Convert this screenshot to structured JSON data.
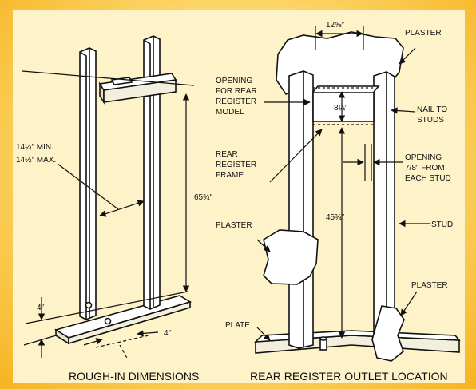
{
  "captions": {
    "left": "ROUGH-IN DIMENSIONS",
    "right": "REAR REGISTER OUTLET LOCATION"
  },
  "left_diagram": {
    "stud_spacing": [
      "14¼″ MIN.",
      "14½″ MAX."
    ],
    "height_dim": "65¾″",
    "base_height": "4″",
    "offset_dim": "4″"
  },
  "right_diagram": {
    "top_width": "12⅝″",
    "opening_height": "8¼″",
    "frame_height": "45¾″",
    "labels": {
      "plaster_top": "PLASTER",
      "opening": [
        "OPENING",
        "FOR REAR",
        "REGISTER",
        "MODEL"
      ],
      "nail": [
        "NAIL TO",
        "STUDS"
      ],
      "frame": [
        "REAR",
        "REGISTER",
        "FRAME"
      ],
      "gap": [
        "OPENING",
        "7/8″ FROM",
        "EACH STUD"
      ],
      "plaster_left": "PLASTER",
      "stud": "STUD",
      "plaster_right": "PLASTER",
      "plate": "PLATE"
    }
  },
  "colors": {
    "border": "#f6b21c",
    "panel": "#fdf2c8",
    "ink": "#111111"
  }
}
